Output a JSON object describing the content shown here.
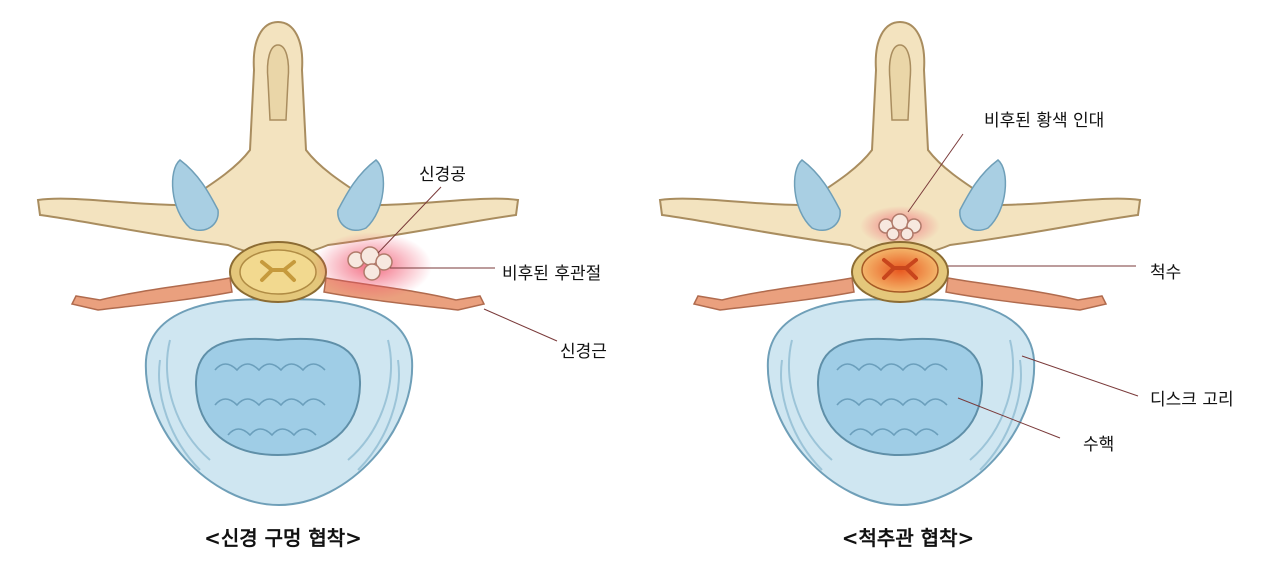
{
  "left": {
    "caption": "<신경 구멍 협착>",
    "labels": {
      "foramen": "신경공",
      "facet": "비후된 후관절",
      "root": "신경근"
    }
  },
  "right": {
    "caption": "<척추관 협착>",
    "labels": {
      "ligament": "비후된 황색 인대",
      "cord": "척수",
      "annulus": "디스크 고리",
      "nucleus": "수핵"
    }
  },
  "colors": {
    "bone": "#f3e3bf",
    "bone_stroke": "#a98d5f",
    "disc_outer": "#cfe6f1",
    "disc_inner": "#9fcde6",
    "disc_stroke": "#6f9fb8",
    "nerve": "#eaa07e",
    "inflammation": "#f0506a"
  }
}
